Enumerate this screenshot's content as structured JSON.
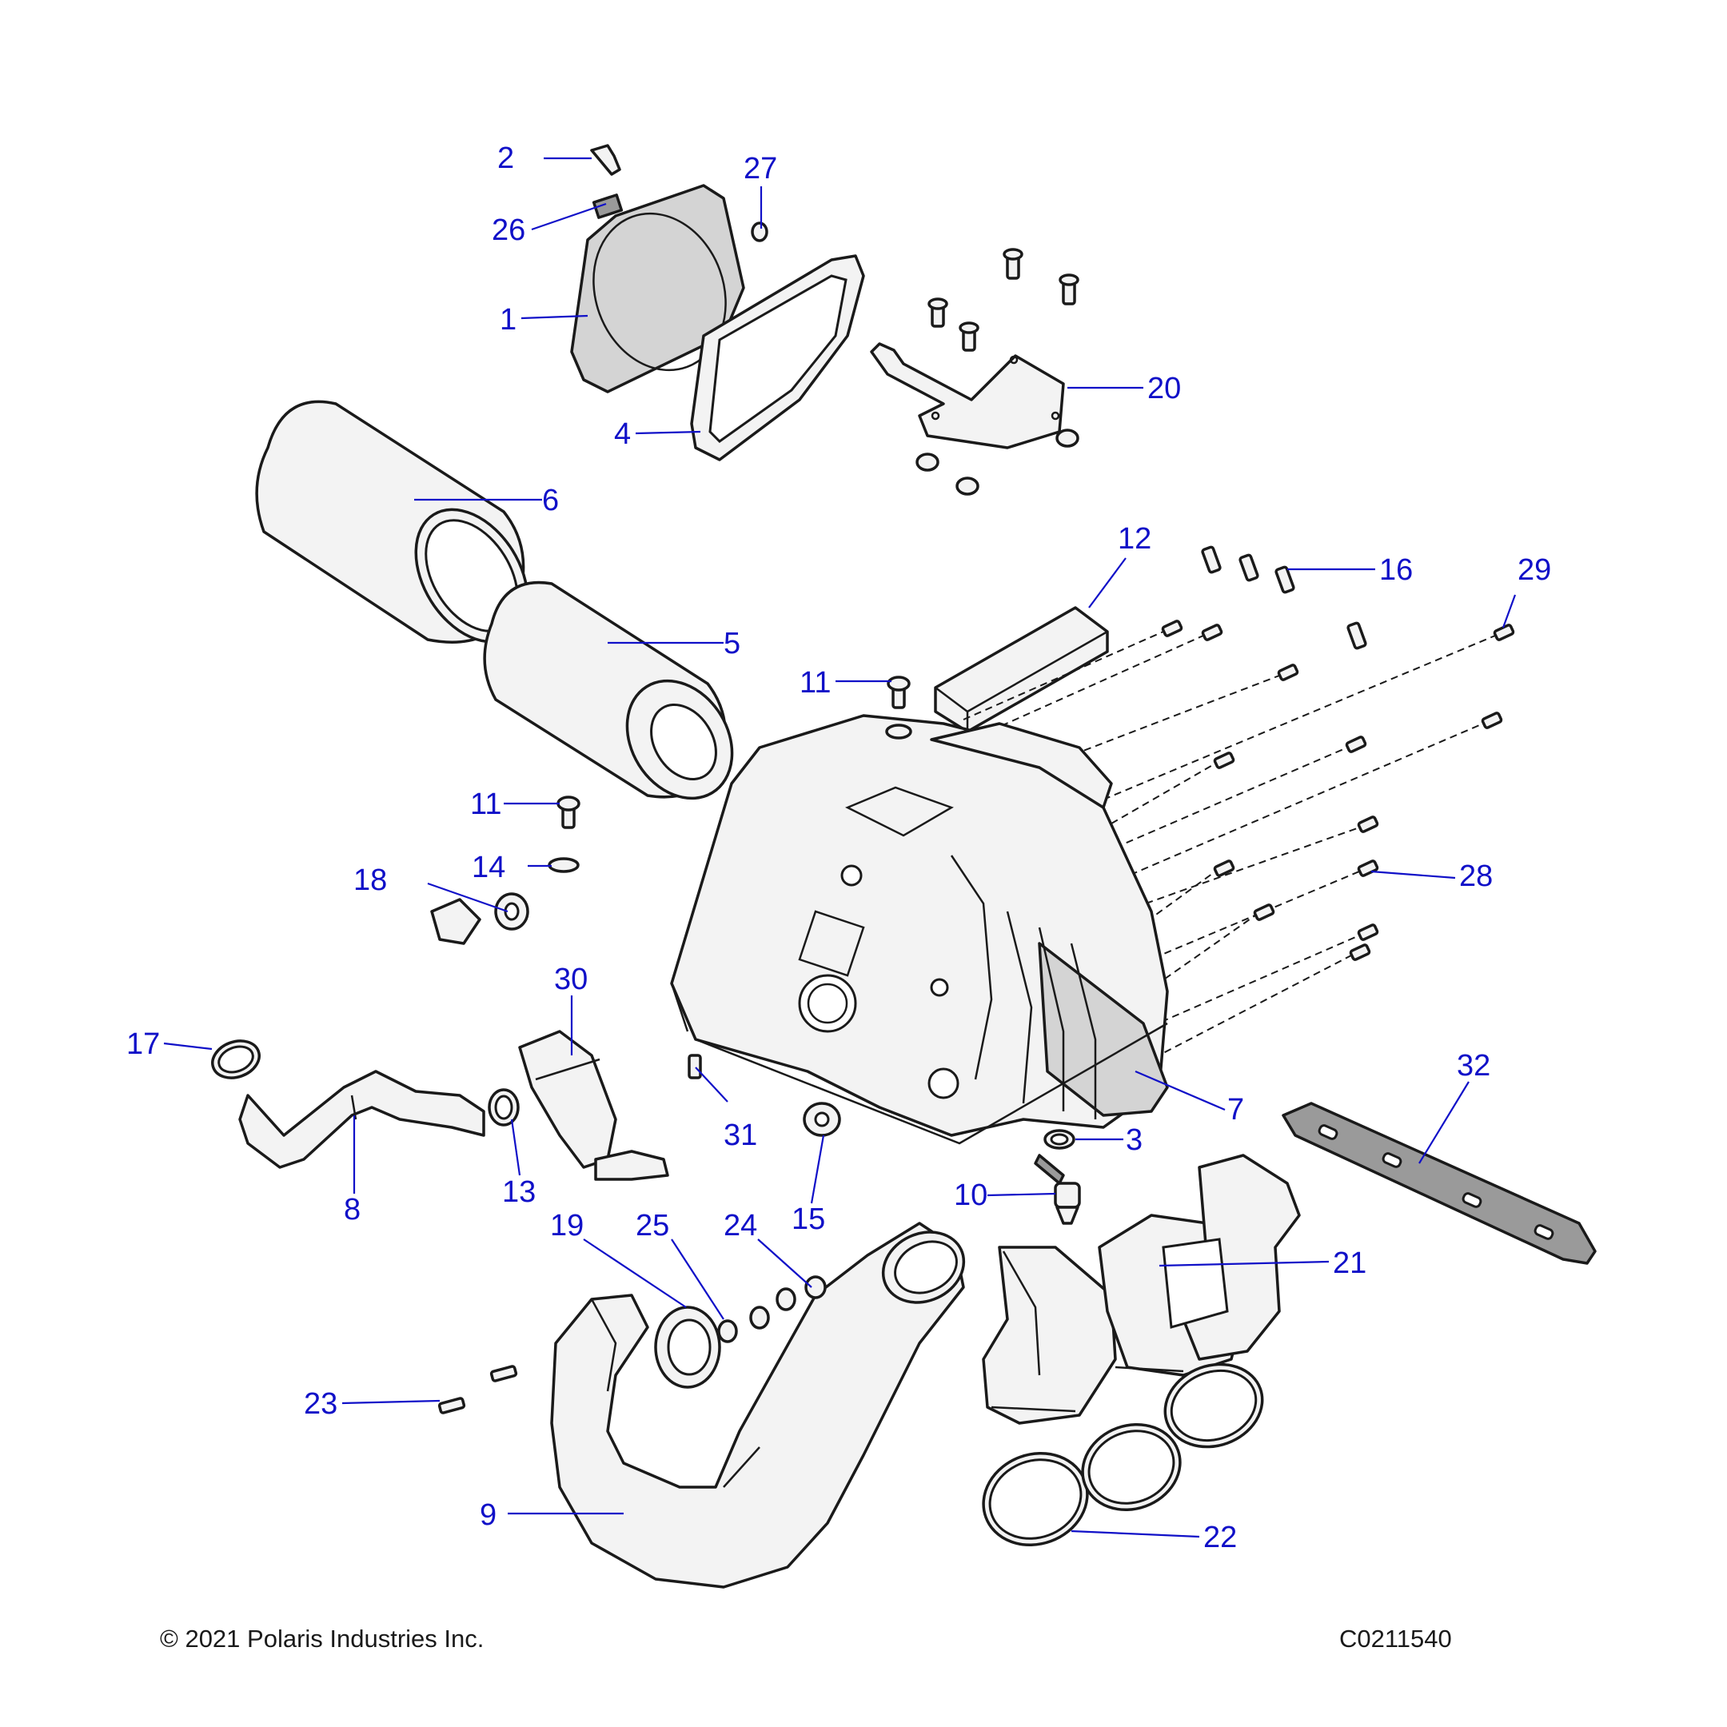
{
  "callouts": [
    "1",
    "2",
    "3",
    "4",
    "5",
    "6",
    "7",
    "8",
    "9",
    "10",
    "11",
    "11",
    "12",
    "13",
    "14",
    "15",
    "16",
    "17",
    "18",
    "19",
    "20",
    "21",
    "22",
    "23",
    "24",
    "25",
    "26",
    "27",
    "28",
    "29",
    "30",
    "31",
    "32"
  ],
  "footer": {
    "copyright": "© 2021 Polaris Industries Inc.",
    "code": "C0211540"
  },
  "colors": {
    "callout": "#1010c8",
    "linework": "#1a1a1a",
    "part_fill": "#f3f3f3"
  }
}
